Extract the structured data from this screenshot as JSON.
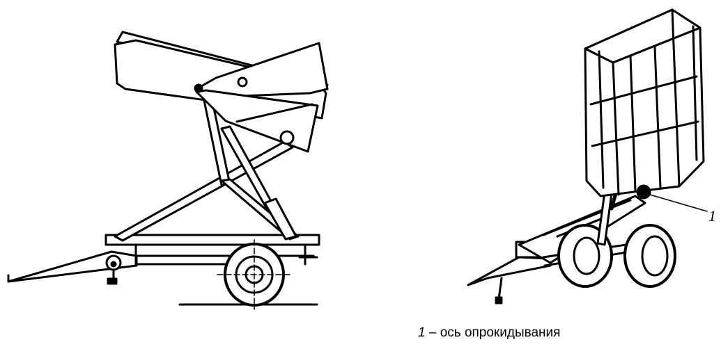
{
  "figure": {
    "callout_number": "1",
    "caption": {
      "number": "1",
      "dash": " – ",
      "text": "ось опрокидывания"
    }
  }
}
